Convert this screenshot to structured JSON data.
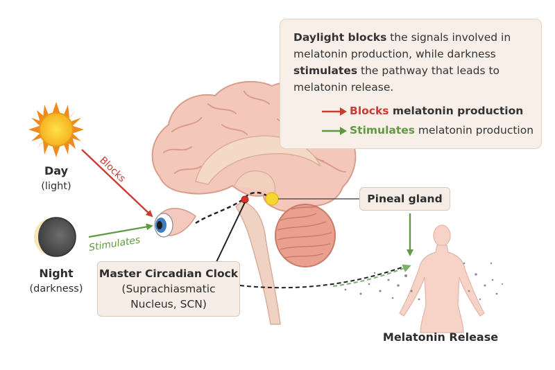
{
  "info": {
    "line1_bold": "Daylight blocks",
    "line1_rest": " the signals involved in melatonin production, while darkness",
    "line2_bold": "stimulates",
    "line2_rest": " the pathway that leads to melatonin release.",
    "legend_blocks_word": "Blocks",
    "legend_blocks_rest": " melatonin production",
    "legend_stim_word": "Stimulates",
    "legend_stim_rest": " melatonin production"
  },
  "day": {
    "title": "Day",
    "subtitle": "(light)"
  },
  "night": {
    "title": "Night",
    "subtitle": "(darkness)"
  },
  "arrows": {
    "blocks": "Blocks",
    "stimulates": "Stimulates"
  },
  "pineal": {
    "label": "Pineal gland"
  },
  "scn": {
    "line1": "Master Circadian Clock",
    "line2": "(Suprachiasmatic",
    "line3": "Nucleus, SCN)"
  },
  "release": {
    "label": "Melatonin Release"
  },
  "colors": {
    "block_red": "#cc3b32",
    "stim_green": "#5f9a40",
    "brain_pink": "#f3c8ba",
    "pineal_yellow": "#f7d631",
    "scn_red": "#d9302a"
  }
}
